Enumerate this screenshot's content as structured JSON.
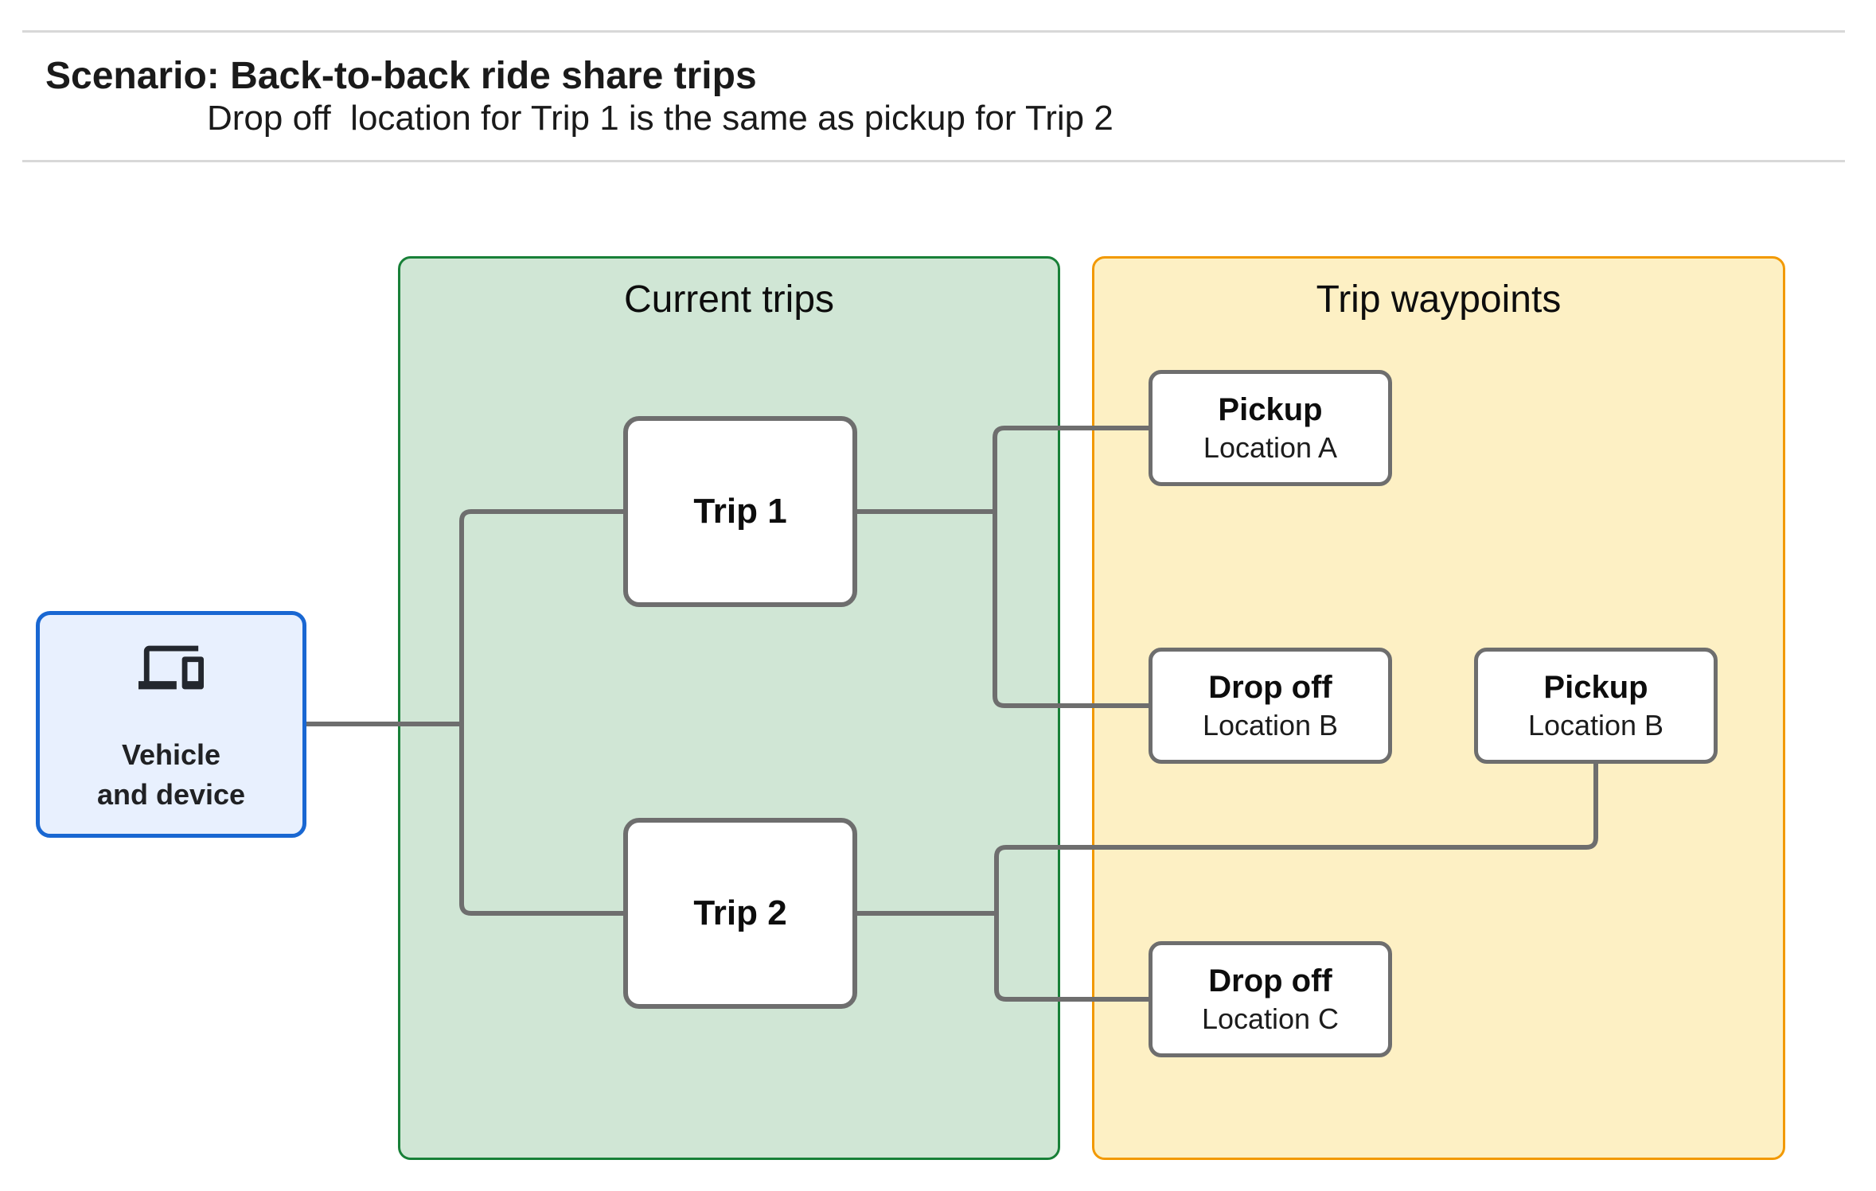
{
  "header": {
    "title": "Scenario: Back-to-back ride share trips",
    "subtitle": "Drop off  location for Trip 1 is the same as pickup for Trip 2"
  },
  "diagram": {
    "vehicle": {
      "icon": "devices-icon",
      "label_line1": "Vehicle",
      "label_line2": "and device"
    },
    "groups": {
      "current_trips": {
        "title": "Current trips",
        "fill": "#d0e6d5",
        "border": "#188038"
      },
      "trip_waypoints": {
        "title": "Trip waypoints",
        "fill": "#fdf0c4",
        "border": "#f29900"
      }
    },
    "trips": [
      {
        "label": "Trip 1"
      },
      {
        "label": "Trip 2"
      }
    ],
    "waypoints": [
      {
        "title": "Pickup",
        "subtitle": "Location A"
      },
      {
        "title": "Drop off",
        "subtitle": "Location B"
      },
      {
        "title": "Pickup",
        "subtitle": "Location B"
      },
      {
        "title": "Drop off",
        "subtitle": "Location C"
      }
    ],
    "colors": {
      "vehicle_fill": "#e8f0fe",
      "vehicle_border": "#1967d2",
      "node_border": "#6e6e6e",
      "connector": "#6e6e6e",
      "divider": "#d8d8d8"
    }
  }
}
